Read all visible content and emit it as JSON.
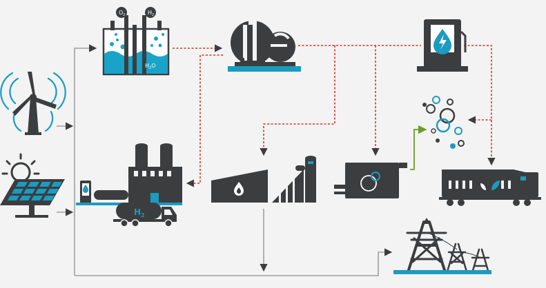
{
  "labels": {
    "electrolyzer_o2": "O",
    "electrolyzer_o2_sub": "2",
    "electrolyzer_h2": "H",
    "electrolyzer_h2_sub": "2",
    "electrolyzer_water": "H",
    "electrolyzer_water_sub": "2",
    "electrolyzer_water_tail": "O",
    "truck_h2": "H",
    "truck_h2_sub": "2"
  },
  "colors": {
    "background": "#f2f3f2",
    "icon_dark": "#3c3d3f",
    "accent_blue": "#1b9bc0",
    "water_blue": "#19a3c9",
    "hydrogen_flow": "#d6312c",
    "power_flow": "#9a9a9a",
    "emission_flow": "#6f9a2a"
  },
  "nodes": [
    {
      "id": "wind-turbine",
      "icon": "wind-turbine-icon"
    },
    {
      "id": "solar-panel",
      "icon": "solar-panel-icon"
    },
    {
      "id": "electrolyzer",
      "icon": "electrolyzer-icon"
    },
    {
      "id": "hydrogen-storage",
      "icon": "storage-tanks-icon"
    },
    {
      "id": "hydrogen-station",
      "icon": "fuel-station-icon"
    },
    {
      "id": "industry-plant",
      "icon": "factory-icon"
    },
    {
      "id": "hydrogen-truck",
      "icon": "tanker-truck-icon"
    },
    {
      "id": "steel-plant",
      "icon": "furnace-icon"
    },
    {
      "id": "fuel-cell-generator",
      "icon": "fuel-cell-icon"
    },
    {
      "id": "emission-bubbles",
      "icon": "bubbles-icon"
    },
    {
      "id": "hydrogen-train",
      "icon": "train-icon"
    },
    {
      "id": "power-grid",
      "icon": "transmission-tower-icon"
    }
  ]
}
